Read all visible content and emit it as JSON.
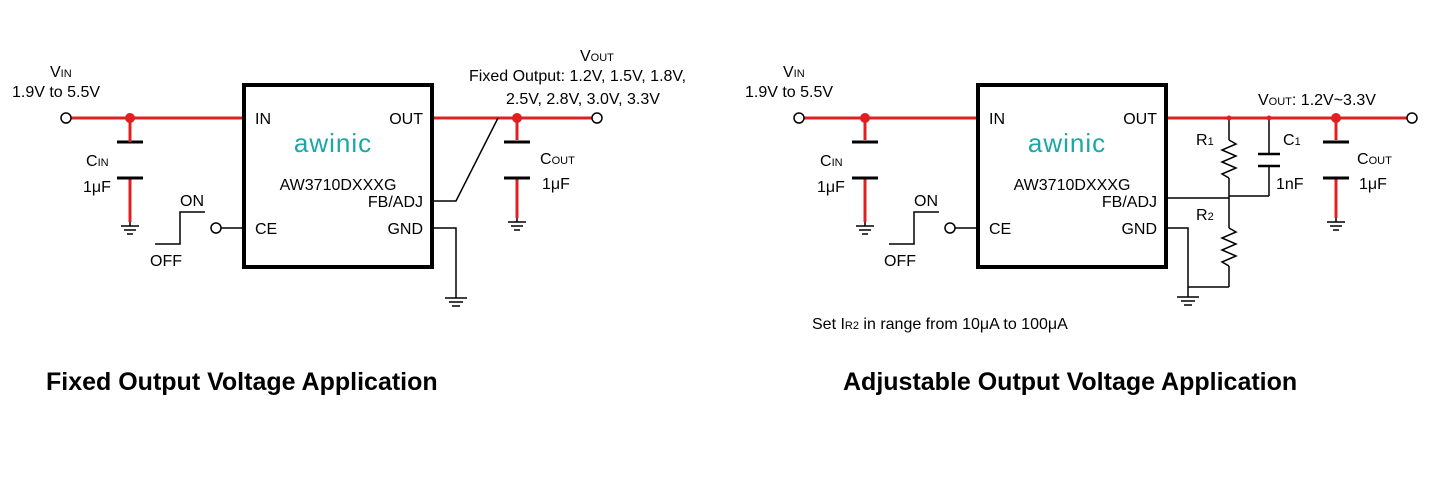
{
  "colors": {
    "wire": "#000000",
    "power_rail": "#e02020",
    "node": "#e02020",
    "logo": "#1aa7a7"
  },
  "fixed": {
    "title": "Fixed Output Voltage Application",
    "vin_label": "V",
    "vin_sub": "IN",
    "vin_range": "1.9V to 5.5V",
    "vout_label": "V",
    "vout_sub": "OUT",
    "fixed_output_line1": "Fixed Output: 1.2V, 1.5V, 1.8V,",
    "fixed_output_line2": "2.5V, 2.8V, 3.0V, 3.3V",
    "cin_label": "C",
    "cin_sub": "IN",
    "cin_value": "1μF",
    "cout_label": "C",
    "cout_sub": "OUT",
    "cout_value": "1μF",
    "switch_on": "ON",
    "switch_off": "OFF",
    "chip": {
      "logo": "awinic",
      "part": "AW3710DXXXG",
      "pin_in": "IN",
      "pin_out": "OUT",
      "pin_fb": "FB/ADJ",
      "pin_ce": "CE",
      "pin_gnd": "GND"
    }
  },
  "adjustable": {
    "title": "Adjustable Output Voltage Application",
    "vin_label": "V",
    "vin_sub": "IN",
    "vin_range": "1.9V to 5.5V",
    "vout_label": "V",
    "vout_sub": "OUT",
    "vout_range": ": 1.2V~3.3V",
    "cin_label": "C",
    "cin_sub": "IN",
    "cin_value": "1μF",
    "cout_label": "C",
    "cout_sub": "OUT",
    "cout_value": "1μF",
    "r1_label": "R",
    "r1_sub": "1",
    "r2_label": "R",
    "r2_sub": "2",
    "c1_label": "C",
    "c1_sub": "1",
    "c1_value": "1nF",
    "switch_on": "ON",
    "switch_off": "OFF",
    "note_prefix": "Set I",
    "note_sub": "R2",
    "note_suffix": " in range from 10μA to 100μA",
    "chip": {
      "logo": "awinic",
      "part": "AW3710DXXXG",
      "pin_in": "IN",
      "pin_out": "OUT",
      "pin_fb": "FB/ADJ",
      "pin_ce": "CE",
      "pin_gnd": "GND"
    }
  }
}
